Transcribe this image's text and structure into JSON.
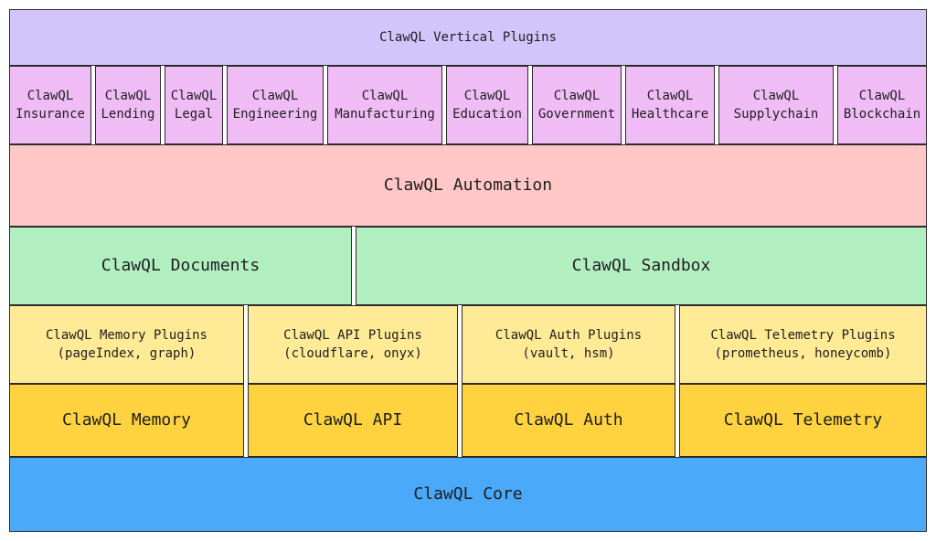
{
  "vertical_plugins": {
    "title": "ClawQL Vertical Plugins",
    "items": [
      "ClawQL\nInsurance",
      "ClawQL\nLending",
      "ClawQL\nLegal",
      "ClawQL\nEngineering",
      "ClawQL\nManufacturing",
      "ClawQL\nEducation",
      "ClawQL\nGovernment",
      "ClawQL\nHealthcare",
      "ClawQL\nSupplychain",
      "ClawQL\nBlockchain"
    ]
  },
  "automation": "ClawQL Automation",
  "documents": "ClawQL Documents",
  "sandbox": "ClawQL Sandbox",
  "plugins": {
    "memory": "ClawQL Memory Plugins\n(pageIndex, graph)",
    "api": "ClawQL API Plugins\n(cloudflare, onyx)",
    "auth": "ClawQL Auth Plugins\n(vault, hsm)",
    "telemetry": "ClawQL Telemetry Plugins\n(prometheus, honeycomb)"
  },
  "modules": {
    "memory": "ClawQL Memory",
    "api": "ClawQL API",
    "auth": "ClawQL Auth",
    "telemetry": "ClawQL Telemetry"
  },
  "core": "ClawQL Core",
  "colors": {
    "vertical_header": "#d2c5fb",
    "vertical_item": "#efbcf5",
    "automation": "#ffc7c6",
    "documents_sandbox": "#b2efc0",
    "plugins": "#ffeb96",
    "modules": "#fed33f",
    "core": "#4aa9f8"
  }
}
